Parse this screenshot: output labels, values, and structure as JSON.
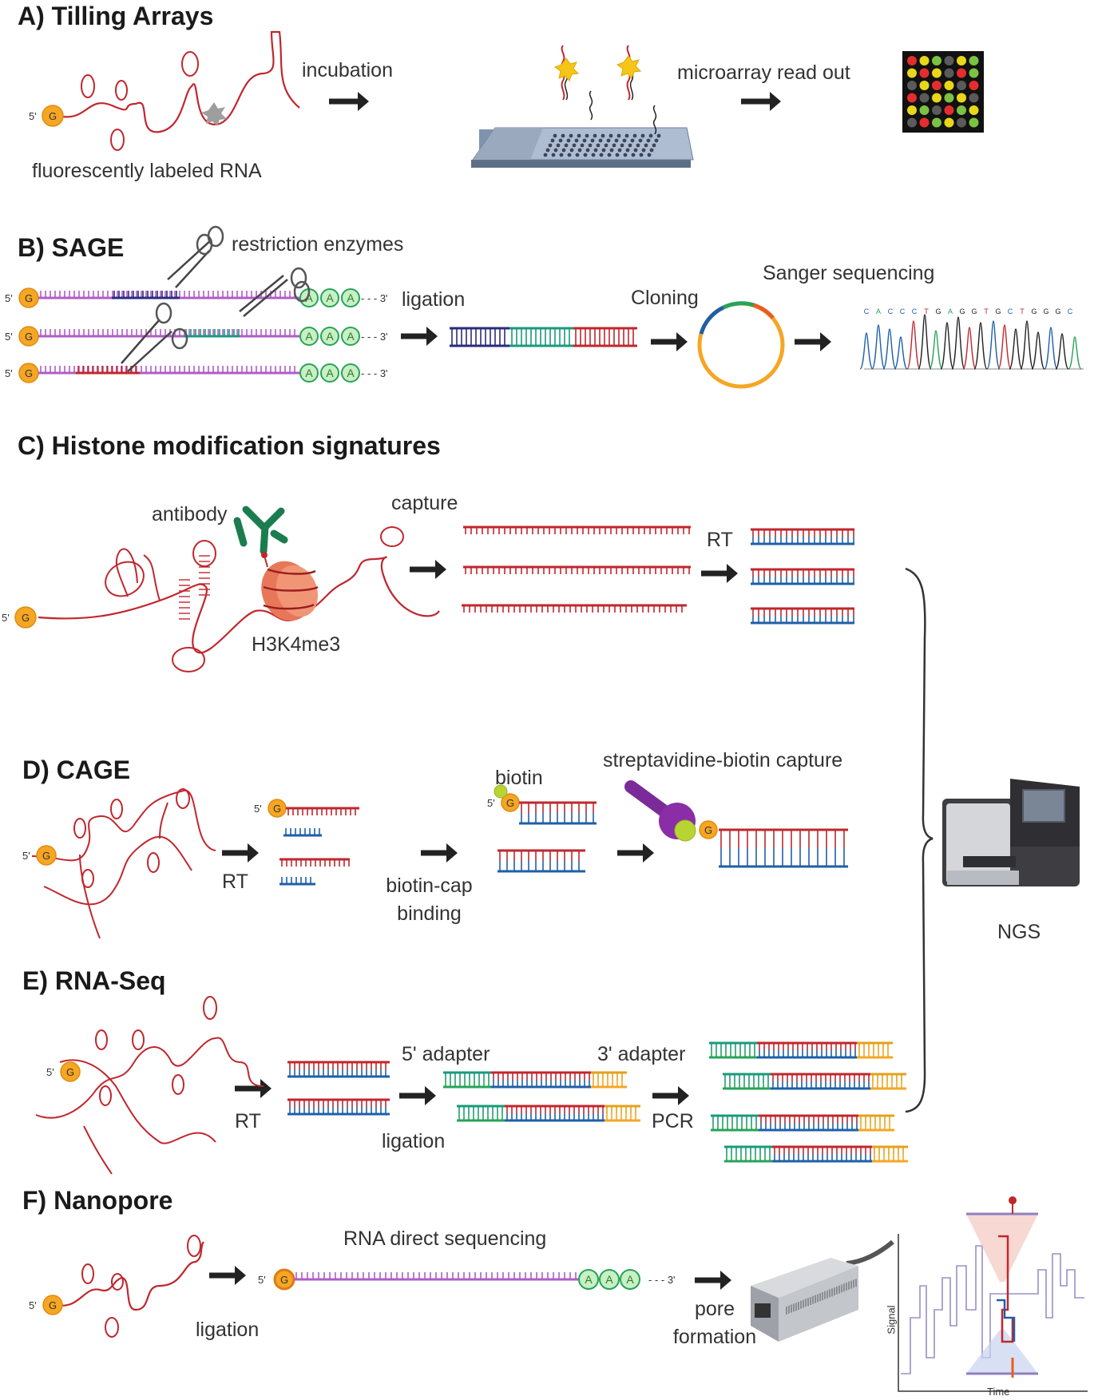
{
  "sections": {
    "a": {
      "title": "A) Tilling Arrays",
      "label_rna": "fluorescently labeled RNA",
      "step1": "incubation",
      "step2": "microarray read out"
    },
    "b": {
      "title": "B) SAGE",
      "enzymes": "restriction enzymes",
      "ligation": "ligation",
      "cloning": "Cloning",
      "sanger": "Sanger sequencing",
      "sanger_bases": "C A C C C T G A G G T G C T G G G C"
    },
    "c": {
      "title": "C) Histone modification signatures",
      "antibody": "antibody",
      "histone": "H3K4me3",
      "capture": "capture",
      "rt": "RT"
    },
    "d": {
      "title": "D) CAGE",
      "rt": "RT",
      "biotin_cap_1": "biotin-cap",
      "biotin_cap_2": "binding",
      "biotin": "biotin",
      "streptavidin": "streptavidine-biotin capture"
    },
    "e": {
      "title": "E) RNA-Seq",
      "rt": "RT",
      "adapter5": "5' adapter",
      "adapter3": "3' adapter",
      "ligation": "ligation",
      "pcr": "PCR"
    },
    "f": {
      "title": "F) Nanopore",
      "ligation": "ligation",
      "direct": "RNA direct sequencing",
      "pore_1": "pore",
      "pore_2": "formation",
      "signal": "Signal",
      "time": "Time"
    },
    "ngs": "NGS"
  },
  "glyphs": {
    "five_prime": "5'",
    "three_prime": "- - - 3'",
    "cap": "G",
    "poly_a": "A"
  },
  "colors": {
    "rna": "#c0272d",
    "cdna": "#1f5fa8",
    "purple": "#b05cc7",
    "navy": "#2b2c7c",
    "teal": "#1a9a7a",
    "orange": "#f5a623",
    "adapter_green": "#27a35a",
    "adapter_yellow": "#e3a21a",
    "arrow": "#222222",
    "antibody": "#1b7d4f",
    "nucleosome": "#e8775a",
    "streptavidin": "#7b2a99",
    "biotin": "#b8d433"
  },
  "icons": [
    "scissors-icon",
    "microarray-slide-icon",
    "heatmap-grid-icon",
    "plasmid-icon",
    "chromatogram-icon",
    "antibody-icon",
    "nucleosome-icon",
    "sequencer-icon",
    "nanopore-device-icon",
    "nanopore-signal-icon"
  ]
}
